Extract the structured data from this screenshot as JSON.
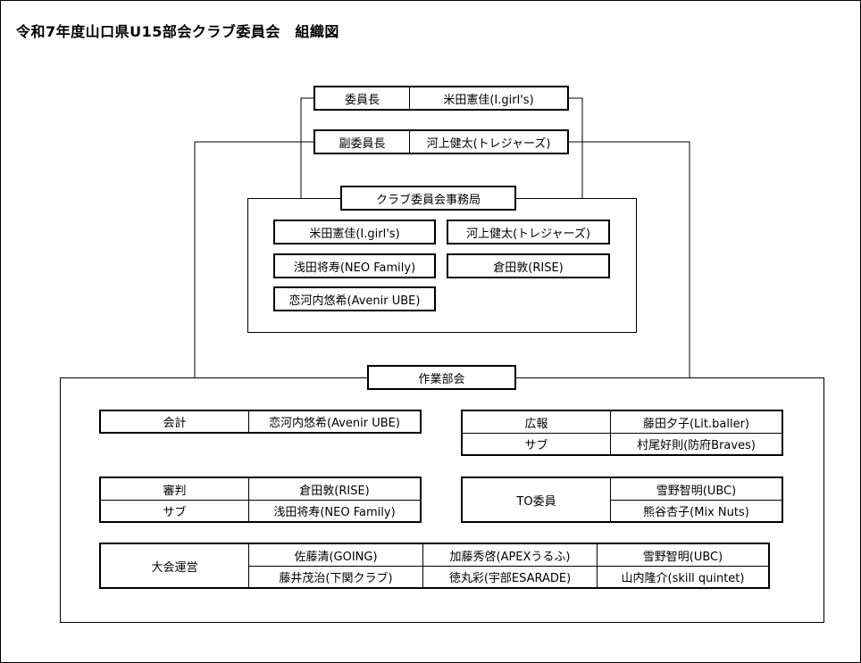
{
  "title": "令和7年度山口県U15部会クラブ委員会　組織図",
  "leadership": {
    "chair": {
      "role": "委員長",
      "name": "米田憲佳(I.girl's)"
    },
    "vice_chair": {
      "role": "副委員長",
      "name": "河上健太(トレジャーズ)"
    }
  },
  "secretariat": {
    "label": "クラブ委員会事務局",
    "members": [
      "米田憲佳(I.girl's)",
      "河上健太(トレジャーズ)",
      "浅田将寿(NEO Family)",
      "倉田敦(RISE)",
      "恋河内悠希(Avenir UBE)"
    ]
  },
  "working_group": {
    "label": "作業部会",
    "accounting": {
      "role": "会計",
      "name": "恋河内悠希(Avenir UBE)"
    },
    "pr": {
      "role": "広報",
      "name": "藤田夕子(Lit.baller)",
      "sub_role": "サブ",
      "sub_name": "村尾好則(防府Braves)"
    },
    "referee": {
      "role": "審判",
      "name": "倉田敦(RISE)",
      "sub_role": "サブ",
      "sub_name": "浅田将寿(NEO Family)"
    },
    "to": {
      "role": "TO委員",
      "names": [
        "雪野智明(UBC)",
        "熊谷杏子(Mix Nuts)"
      ]
    },
    "operations": {
      "role": "大会運営",
      "names": [
        "佐藤清(GOING)",
        "加藤秀啓(APEXうるふ)",
        "雪野智明(UBC)",
        "藤井茂治(下関クラブ)",
        "徳丸彩(宇部ESARADE)",
        "山内隆介(skill quintet)"
      ]
    }
  }
}
